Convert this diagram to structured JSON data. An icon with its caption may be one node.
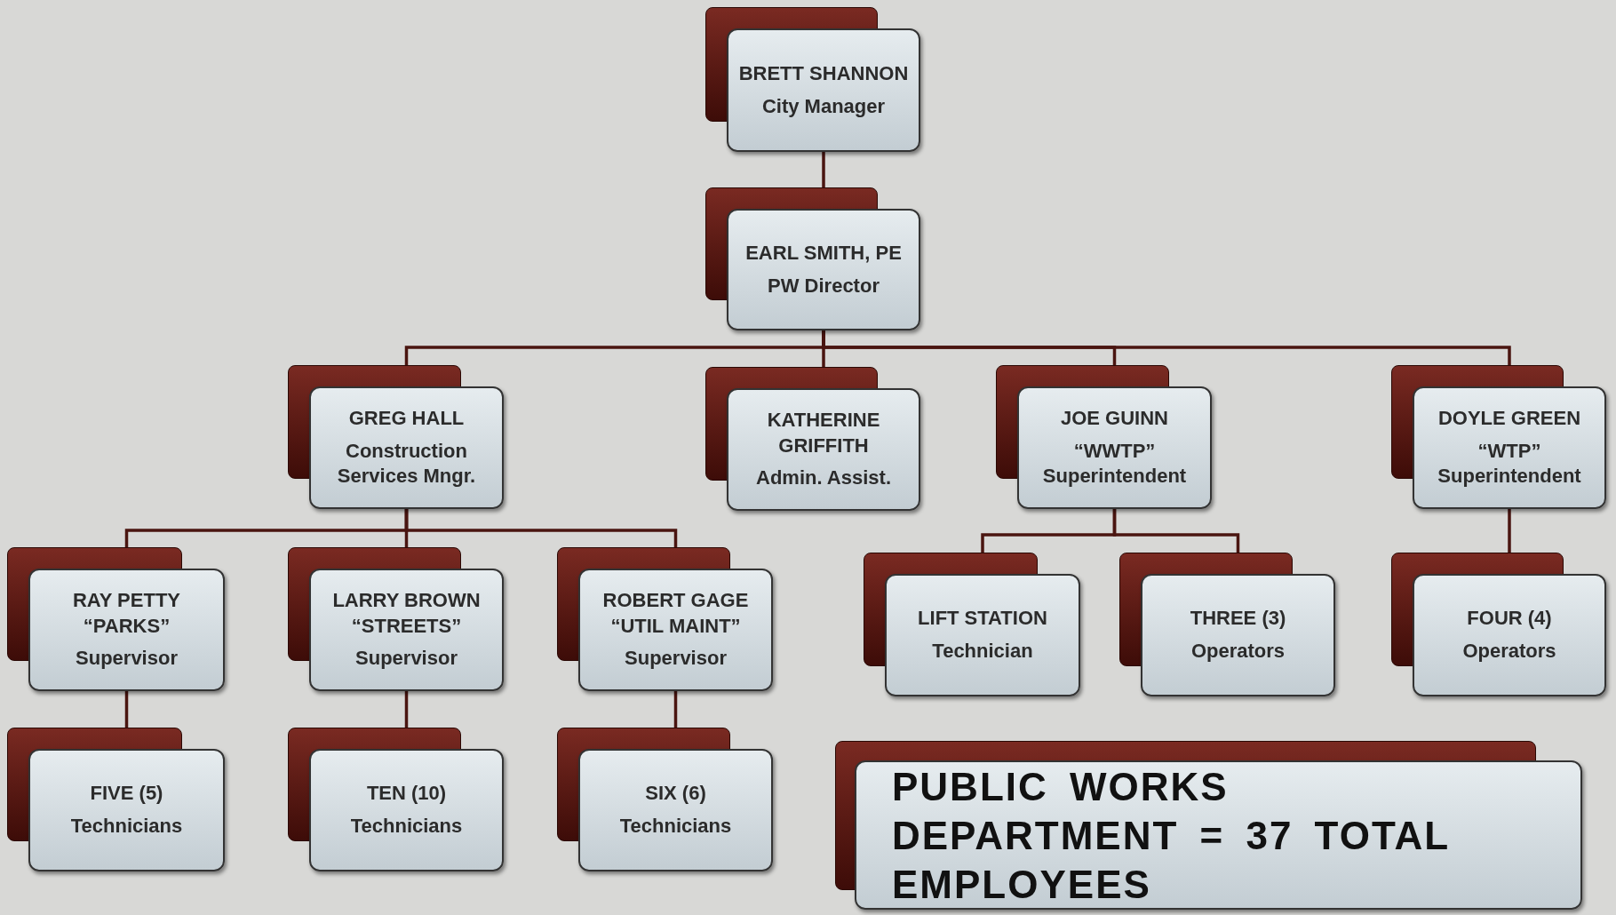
{
  "diagram": {
    "nodes": [
      {
        "text": [
          "BRETT SHANNON",
          "City Manager"
        ]
      },
      {
        "text": [
          "EARL SMITH, PE",
          "PW Director"
        ]
      },
      {
        "text": [
          "GREG HALL",
          "Construction Services Mngr."
        ]
      },
      {
        "text": [
          "KATHERINE GRIFFITH",
          "Admin. Assist."
        ]
      },
      {
        "text": [
          "JOE GUINN",
          "“WWTP” Superintendent"
        ]
      },
      {
        "text": [
          "DOYLE GREEN",
          "“WTP” Superintendent"
        ]
      },
      {
        "text": [
          "RAY PETTY “PARKS”",
          "Supervisor"
        ]
      },
      {
        "text": [
          "LARRY BROWN “STREETS”",
          "Supervisor"
        ]
      },
      {
        "text": [
          "ROBERT GAGE “UTIL MAINT”",
          "Supervisor"
        ]
      },
      {
        "text": [
          "LIFT STATION",
          "Technician"
        ]
      },
      {
        "text": [
          "THREE (3)",
          "Operators"
        ]
      },
      {
        "text": [
          "FOUR (4)",
          "Operators"
        ]
      },
      {
        "text": [
          "FIVE (5)",
          "Technicians"
        ]
      },
      {
        "text": [
          "TEN (10)",
          "Technicians"
        ]
      },
      {
        "text": [
          "SIX (6)",
          "Technicians"
        ]
      },
      {
        "text": [
          "PUBLIC WORKS DEPARTMENT = 37 TOTAL EMPLOYEES"
        ]
      }
    ],
    "edges": [
      {
        "from": 0,
        "to": 1,
        "arrow": "none"
      },
      {
        "from": 1,
        "to": 2,
        "arrow": "none"
      },
      {
        "from": 1,
        "to": 3,
        "arrow": "none"
      },
      {
        "from": 1,
        "to": 4,
        "arrow": "none"
      },
      {
        "from": 1,
        "to": 5,
        "arrow": "none"
      },
      {
        "from": 2,
        "to": 6,
        "arrow": "none"
      },
      {
        "from": 2,
        "to": 7,
        "arrow": "none"
      },
      {
        "from": 2,
        "to": 8,
        "arrow": "none"
      },
      {
        "from": 4,
        "to": 9,
        "arrow": "none"
      },
      {
        "from": 4,
        "to": 10,
        "arrow": "none"
      },
      {
        "from": 5,
        "to": 11,
        "arrow": "none"
      },
      {
        "from": 6,
        "to": 12,
        "arrow": "none"
      },
      {
        "from": 7,
        "to": 13,
        "arrow": "none"
      },
      {
        "from": 8,
        "to": 14,
        "arrow": "none"
      }
    ]
  }
}
